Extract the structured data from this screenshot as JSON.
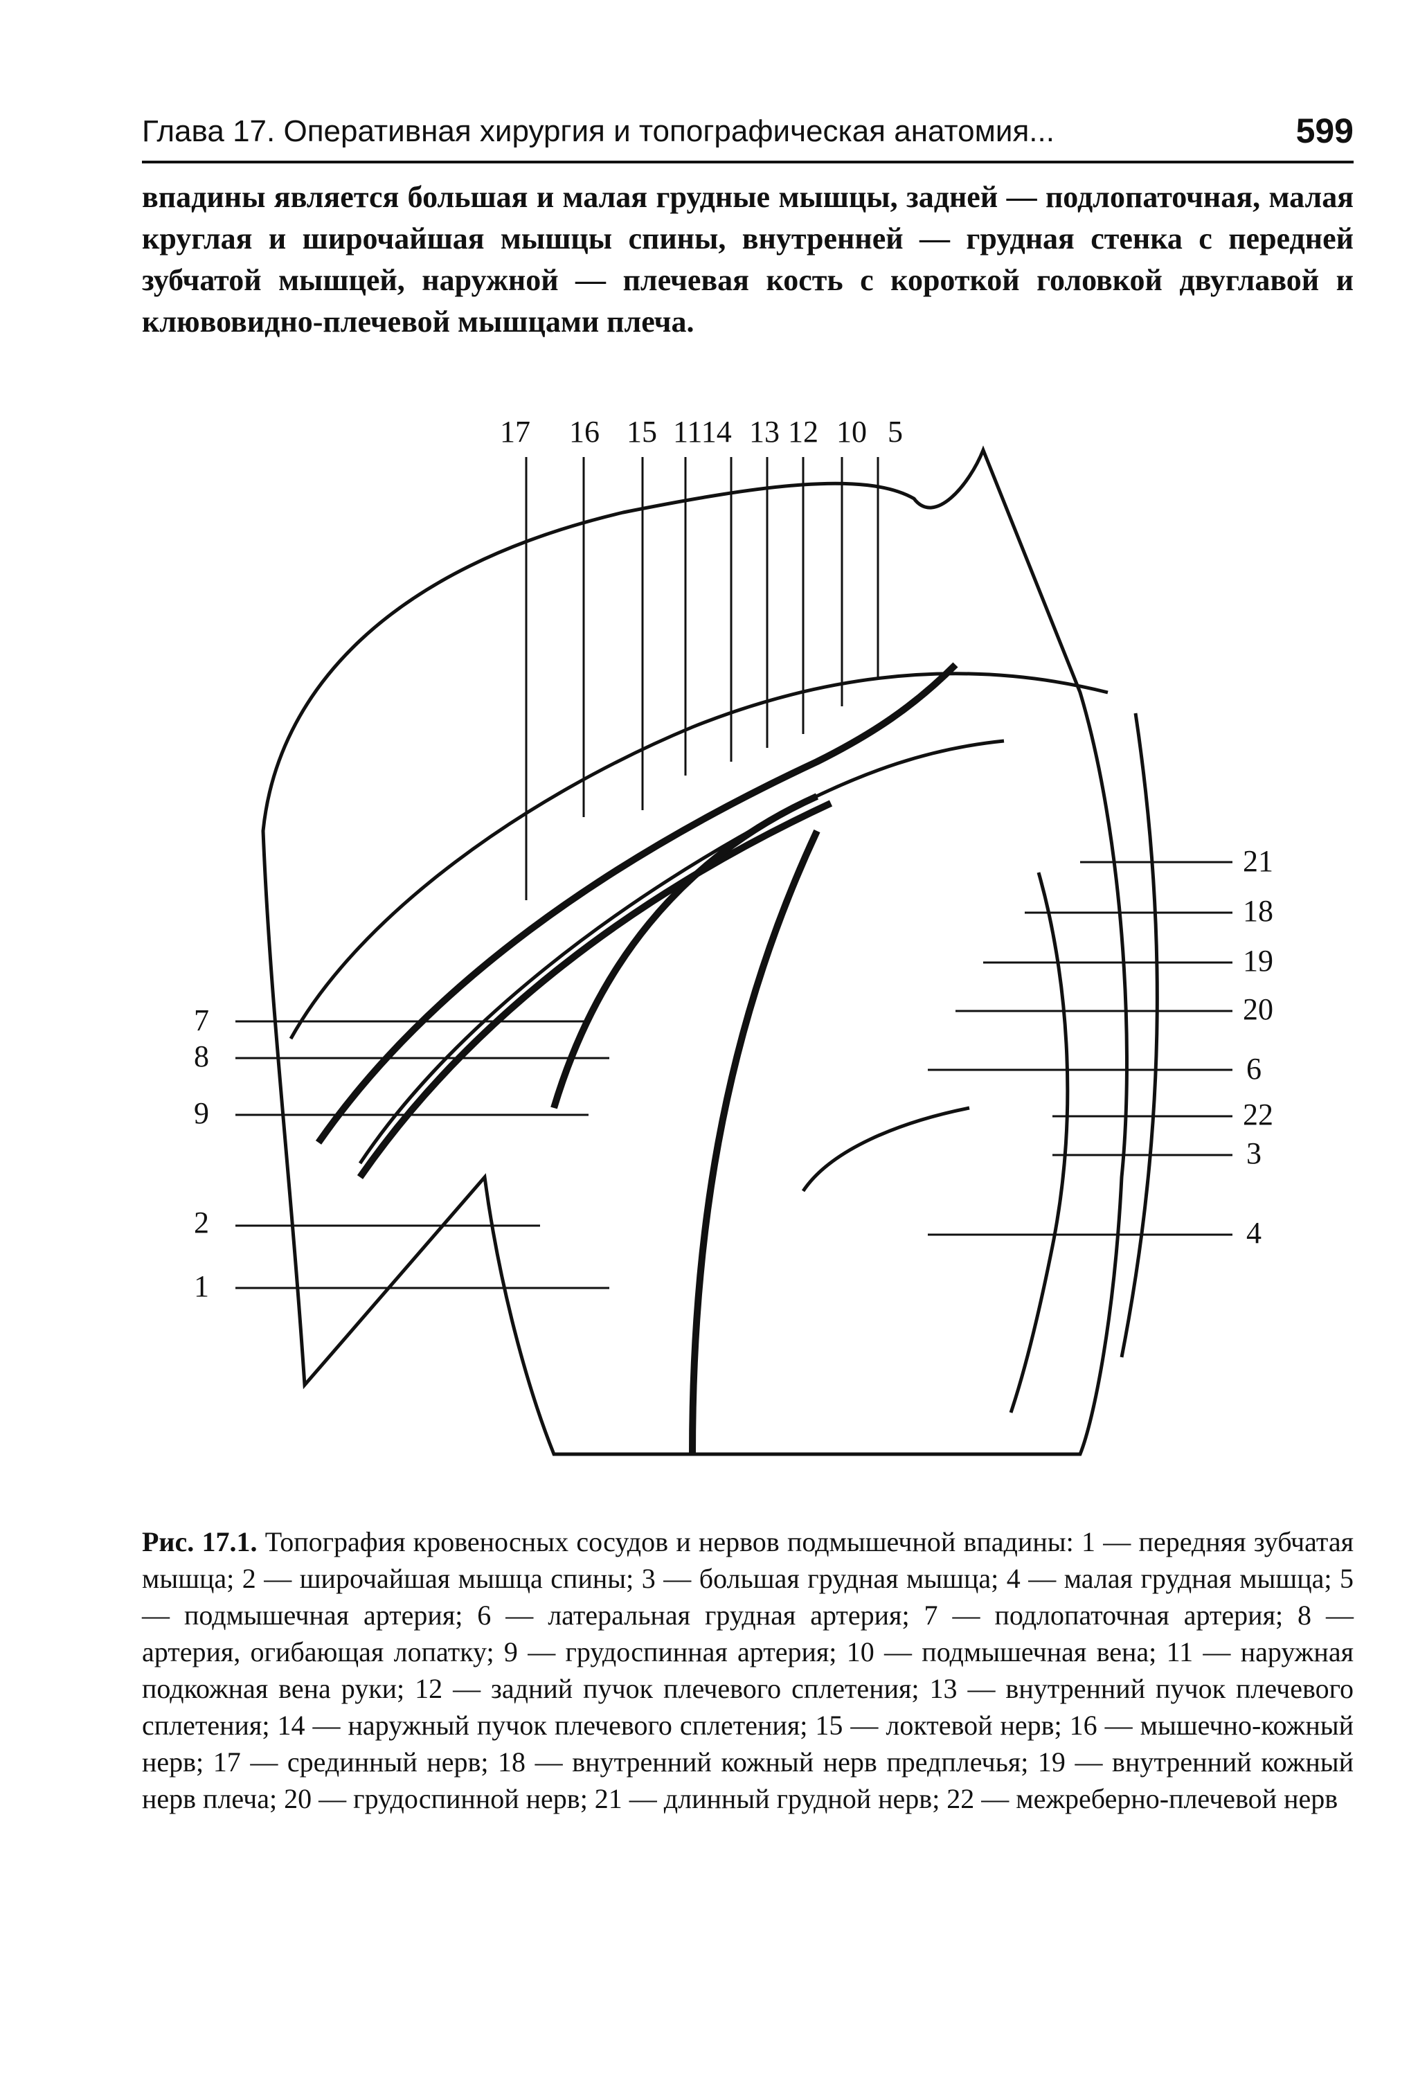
{
  "header": {
    "title": "Глава 17. Оперативная хирургия и топографическая анатомия...",
    "page_number": "599"
  },
  "paragraph": "впадины является большая и малая грудные мышцы, задней — подлопаточная, малая круглая и широчайшая мышцы спины, внутренней — грудная стенка с передней зубчатой мышцей, наружной — плечевая кость с короткой головкой двуглавой и клювовидно-плечевой мышцами плеча.",
  "figure": {
    "top_labels": [
      "17",
      "16",
      "15",
      "1114",
      "13",
      "12",
      "10",
      "5"
    ],
    "left_labels": [
      "7",
      "8",
      "9",
      "2",
      "1"
    ],
    "right_labels": [
      "21",
      "18",
      "19",
      "20",
      "6",
      "22",
      "3",
      "4"
    ]
  },
  "caption": {
    "label": "Рис. 17.1.",
    "text": "Топография кровеносных сосудов и нервов подмышечной впадины: 1 — передняя зубчатая мышца; 2 — широчайшая мышца спины; 3 — большая грудная мышца; 4 — малая грудная мышца; 5 — подмышечная артерия; 6 — латеральная грудная артерия; 7 — подлопаточная артерия; 8 — артерия, огибающая лопатку; 9 — грудоспинная артерия; 10 — подмышечная вена; 11 — наружная подкожная вена руки; 12 — задний пучок плечевого сплетения; 13 — внутренний пучок плечевого сплетения; 14 — наружный пучок плечевого сплетения; 15 — локтевой нерв; 16 — мышечно-кожный нерв; 17 — срединный нерв; 18 — внутренний кожный нерв предплечья; 19 — внутренний кожный нерв плеча; 20 — грудоспинной нерв; 21 — длинный грудной нерв; 22 — межреберно-плечевой нерв"
  }
}
